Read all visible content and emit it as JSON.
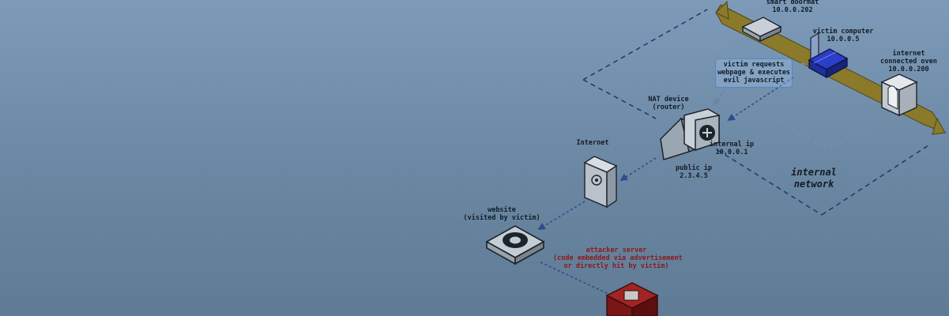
{
  "nodes": {
    "smart_doormat": {
      "name": "smart doormat",
      "ip": "10.0.0.202"
    },
    "victim_computer": {
      "name": "victim computer",
      "ip": "10.0.0.5"
    },
    "oven": {
      "name_line1": "internet",
      "name_line2": "connected oven",
      "ip": "10.0.0.200"
    },
    "nat": {
      "name_line1": "NAT device",
      "name_line2": "(router)"
    },
    "internal_ip": {
      "label": "internal ip",
      "ip": "10.0.0.1"
    },
    "public_ip": {
      "label": "public ip",
      "ip": "2.3.4.5"
    },
    "internet": {
      "name": "Internet"
    },
    "website": {
      "name": "website",
      "note": "(visited by victim)"
    },
    "attacker": {
      "name": "attacker server",
      "note_line1": "(code embedded via advertisement",
      "note_line2": "or directly hit by victim)"
    }
  },
  "callout": {
    "line1": "victim requests",
    "line2": "webpage & executes",
    "line3": "evil javascript"
  },
  "network_label": {
    "line1": "internal",
    "line2": "network"
  },
  "colors": {
    "background_top": "#7d9bb9",
    "background_bottom": "#5f7b95",
    "lan_cable": "#8a7a2a",
    "victim_computer": "#2a3ec8",
    "attacker_server": "#8a1a1a",
    "dashed_boundary": "#1f3e6e",
    "connection_arrow": "#2c4d8a"
  },
  "icons": [
    "doormat-icon",
    "computer-icon",
    "oven-icon",
    "router-icon",
    "server-icon",
    "website-gear-icon",
    "attacker-server-icon"
  ]
}
